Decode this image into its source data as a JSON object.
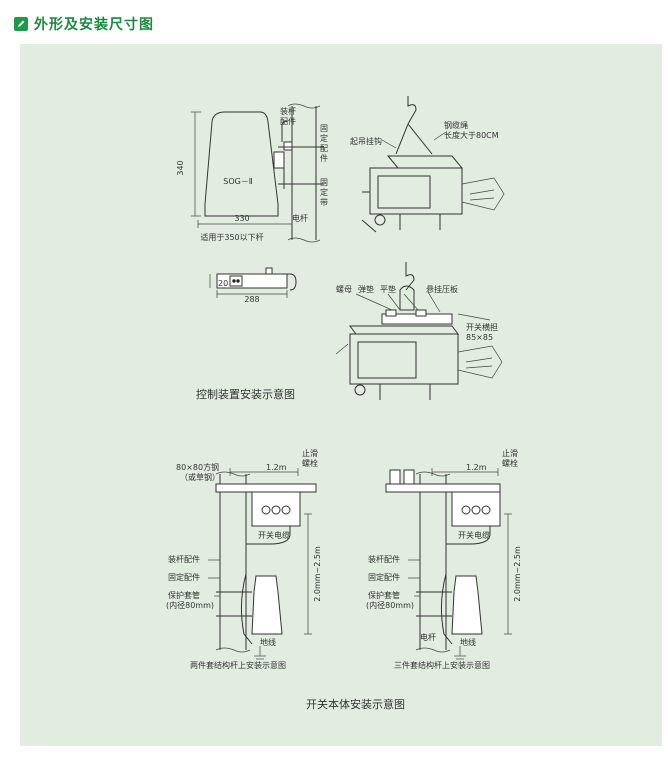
{
  "header": {
    "title": "外形及安装尺寸图",
    "icon": "edit-icon",
    "accent": "#1f9a4a"
  },
  "panel_bg": "#e1eedf",
  "fig_controller": {
    "dim_height": "340",
    "dim_width": "330",
    "model": "SOG－Ⅱ",
    "note": "适用于350以下杆",
    "label_mount": [
      "装杆",
      "配件"
    ],
    "label_fix": [
      "固",
      "定",
      "配",
      "件"
    ],
    "label_band": [
      "固",
      "定",
      "带"
    ],
    "label_pole": "电杆"
  },
  "fig_bracket": {
    "dim_20": "20",
    "dim_288": "288"
  },
  "fig_lifting": {
    "label_hook": "起吊挂钩",
    "label_rope": "钢缆绳",
    "label_rope_len": "长度大于80CM"
  },
  "fig_clamp": {
    "label_nut": "螺母",
    "label_spring": "弹垫",
    "label_flat": "平垫",
    "label_plate": "悬挂压板",
    "label_beam": "开关横担",
    "label_beam_size": "85×85"
  },
  "caption_controller": "控制装置安装示意图",
  "fig_two": {
    "label_steel": "80×80方钢",
    "label_steel_alt": "（或草钢）",
    "label_anti": [
      "止滑",
      "螺栓"
    ],
    "dim_span": "1.2m",
    "label_cable": "开关电缆",
    "label_mount": "装杆配件",
    "label_fix": "固定配件",
    "label_tube": "保护套管",
    "label_tube_dia": "(内径80mm)",
    "dim_vertical": "2.0mm~2.5m",
    "label_ground": "地线",
    "caption": "两件套结构杆上安装示意图"
  },
  "fig_three": {
    "label_anti": [
      "止滑",
      "螺栓"
    ],
    "dim_span": "1.2m",
    "label_cable": "开关电缆",
    "label_mount": "装杆配件",
    "label_fix": "固定配件",
    "label_tube": "保护套管",
    "label_tube_dia": "(内径80mm)",
    "dim_vertical": "2.0mm~2.5m",
    "label_pole": "电杆",
    "label_ground": "地线",
    "caption": "三件套结构杆上安装示意图"
  },
  "caption_switch": "开关本体安装示意图"
}
